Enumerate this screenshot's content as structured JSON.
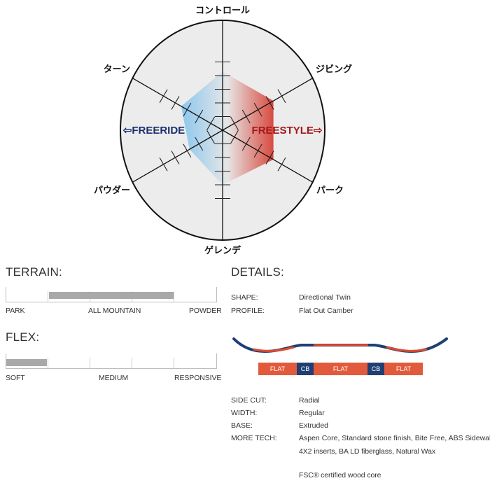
{
  "radar": {
    "axes": {
      "top": "コントロール",
      "upper_right": "ジビング",
      "lower_right": "パーク",
      "bottom": "ゲレンデ",
      "lower_left": "パウダー",
      "upper_left": "ターン"
    },
    "left_label": "⇦FREERIDE",
    "right_label": "FREESTYLE⇨",
    "levels": 5,
    "values": {
      "top": 4.3,
      "upper_right": 4.3,
      "lower_right": 4.3,
      "bottom": 4.0,
      "lower_left": 2.8,
      "upper_left": 3.5
    },
    "colors": {
      "freeride": "#3a8fd8",
      "freestyle": "#c8251f",
      "freeride_text": "#1a2f6e",
      "freestyle_text": "#a3161a"
    }
  },
  "terrain": {
    "title": "TERRAIN:",
    "labels": [
      "PARK",
      "ALL MOUNTAIN",
      "POWDER"
    ],
    "range": [
      0.2,
      0.8
    ]
  },
  "flex": {
    "title": "FLEX:",
    "labels": [
      "SOFT",
      "MEDIUM",
      "RESPONSIVE"
    ],
    "range": [
      0.0,
      0.2
    ]
  },
  "details": {
    "title": "DETAILS:",
    "rows_top": [
      {
        "key": "SHAPE:",
        "value": "Directional Twin"
      },
      {
        "key": "PROFILE:",
        "value": "Flat Out Camber"
      }
    ],
    "profile_segments": [
      "FLAT",
      "CB",
      "FLAT",
      "CB",
      "FLAT"
    ],
    "rows_bottom": [
      {
        "key": "SIDE CUT:",
        "value": "Radial"
      },
      {
        "key": "WIDTH:",
        "value": "Regular"
      },
      {
        "key": "BASE:",
        "value": "Extruded"
      },
      {
        "key": "MORE TECH:",
        "value": "Aspen Core, Standard stone finish, Bite Free, ABS Sidewalls,"
      }
    ],
    "more_tech_line2": "4X2 inserts, BA LD fiberglass, Natural Wax",
    "fsc": "FSC® certified wood core"
  }
}
